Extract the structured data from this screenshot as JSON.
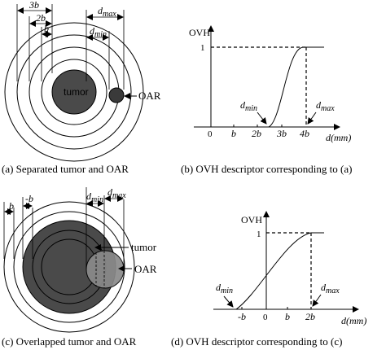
{
  "panel_a": {
    "caption": "(a) Separated tumor and OAR",
    "tumor_label": "tumor",
    "oar_label": "OAR",
    "dim_3b": "3b",
    "dim_2b": "2b",
    "dim_b": "b",
    "dim_dmax": "d",
    "dim_dmax_sub": "max",
    "dim_dmin": "d",
    "dim_dmin_sub": "min"
  },
  "panel_b": {
    "caption": "(b) OVH descriptor corresponding to (a)",
    "ylabel": "OVH",
    "xlabel": "d(mm)",
    "y_tick_1": "1",
    "x_ticks": [
      "0",
      "b",
      "2b",
      "3b",
      "4b"
    ],
    "dmin_label": "d",
    "dmin_sub": "min",
    "dmax_label": "d",
    "dmax_sub": "max"
  },
  "panel_c": {
    "caption": "(c) Overlapped tumor and OAR",
    "tumor_label": "tumor",
    "oar_label": "OAR",
    "dim_b": "b",
    "dim_negb": "-b",
    "dim_dmin": "d",
    "dim_dmin_sub": "min",
    "dim_dmax": "d",
    "dim_dmax_sub": "max"
  },
  "panel_d": {
    "caption": "(d) OVH descriptor corresponding to (c)",
    "ylabel": "OVH",
    "xlabel": "d(mm)",
    "y_tick_1": "1",
    "x_ticks": [
      "-b",
      "0",
      "b",
      "2b"
    ],
    "dmin_label": "d",
    "dmin_sub": "min",
    "dmax_label": "d",
    "dmax_sub": "max"
  },
  "colors": {
    "tumor_fill": "#4a4a4a",
    "oar_fill_a": "#3a3a3a",
    "oar_fill_c": "#8a8a8a"
  }
}
